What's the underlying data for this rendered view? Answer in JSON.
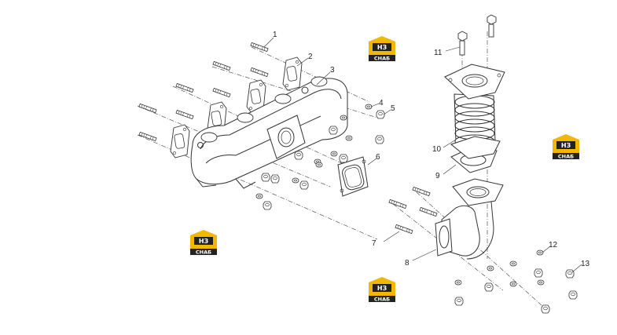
{
  "diagram": {
    "callouts": [
      "1",
      "2",
      "3",
      "4",
      "5",
      "6",
      "7",
      "8",
      "9",
      "10",
      "11",
      "12",
      "13"
    ]
  },
  "watermark": {
    "brand_text": "СНАБ",
    "mark_text": "НЗ"
  },
  "colors": {
    "line": "#333333",
    "logo_yellow": "#f2b705",
    "logo_dark": "#222222"
  }
}
